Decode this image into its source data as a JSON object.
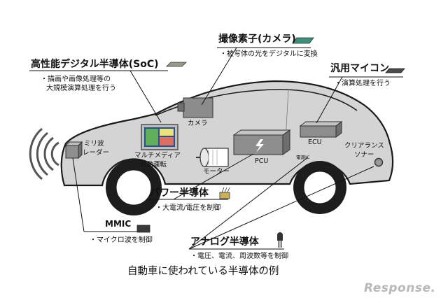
{
  "semiconductors": {
    "soc": {
      "title": "高性能デジタル半導体(SoC)",
      "desc1": "・描画や画像処理等の",
      "desc2": "大規模演算処理を行う"
    },
    "image_sensor": {
      "title": "撮像素子(カメラ)",
      "desc": "・被写体の光をデジタルに変換"
    },
    "mcu": {
      "title": "汎用マイコン",
      "desc": "・演算処理を行う"
    },
    "power": {
      "title": "パワー半導体",
      "desc": "・大電流/電圧を制御"
    },
    "mmic": {
      "title": "MMIC",
      "desc": "・マイクロ波を制御"
    },
    "analog": {
      "title": "アナログ半導体",
      "desc": "・電圧、電流、周波数等を制御"
    }
  },
  "components": {
    "camera": "カメラ",
    "mmwave_radar_1": "ミリ波",
    "mmwave_radar_2": "レーダー",
    "multimedia_1": "マルチメディア",
    "multimedia_2": "自動運転",
    "motor": "モーター",
    "pcu": "PCU",
    "ecu": "ECU",
    "power_ic": "電源IC",
    "clearance_1": "クリアランス",
    "clearance_2": "ソナー"
  },
  "caption": "自動車に使われている半導体の例",
  "brand": "Response."
}
